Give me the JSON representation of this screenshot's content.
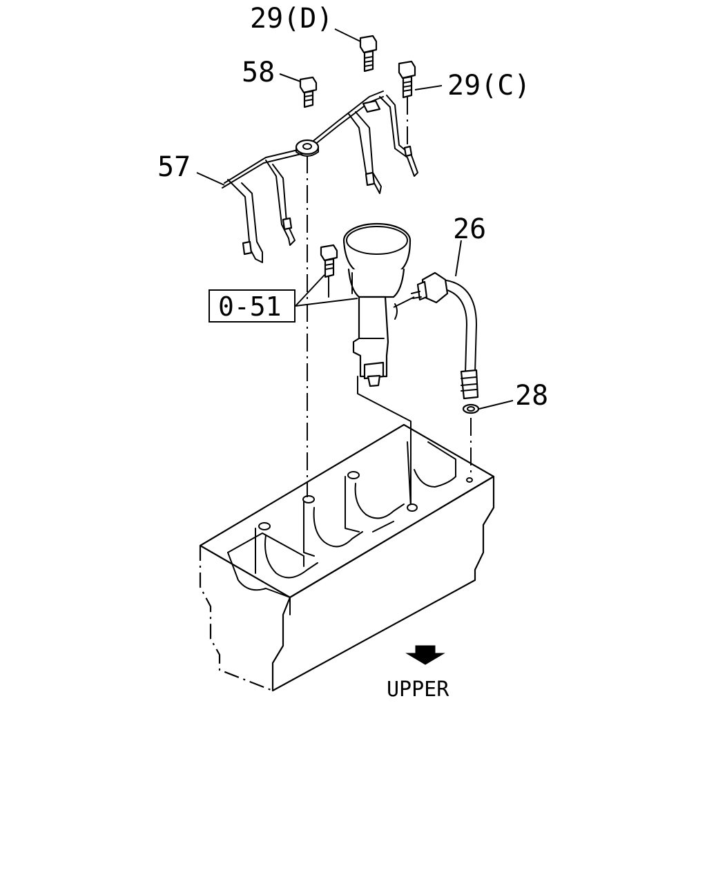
{
  "callouts": {
    "bolt_29d": "29(D)",
    "bolt_58": "58",
    "bolt_29c": "29(C)",
    "bracket_57": "57",
    "pipe_26": "26",
    "washer_28": "28"
  },
  "reference_box": "0-51",
  "direction_label": "UPPER"
}
